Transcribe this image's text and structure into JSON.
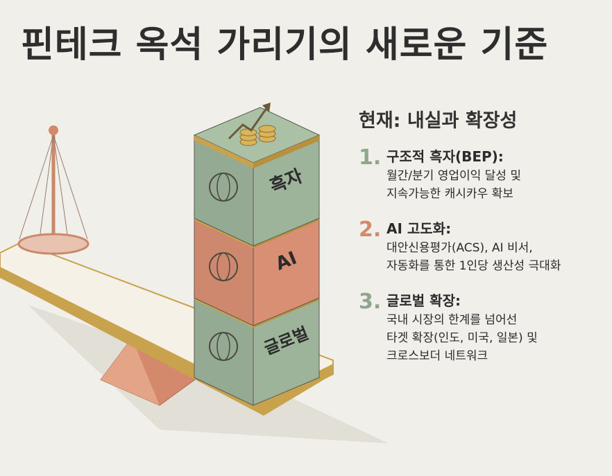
{
  "title": "핀테크 옥석 가리기의 새로운 기준",
  "colors": {
    "green": "#8fa58c",
    "terracotta": "#d4896c",
    "gold": "#c9a24e",
    "wood": "#f6f1e6"
  },
  "cubes": [
    {
      "label": "흑자",
      "icon": "coins-growth-icon",
      "color": "#9db39a"
    },
    {
      "label": "AI",
      "icon": "brain-chip-icon",
      "color": "#d98f73"
    },
    {
      "label": "글로벌",
      "icon": "globe-icon",
      "color": "#9db39a"
    }
  ],
  "panel": {
    "heading": "현재: 내실과 확장성",
    "items": [
      {
        "number": "1.",
        "color": "#8fa58c",
        "title": "구조적 흑자(BEP):",
        "lines": [
          "월간/분기 영업이익 달성 및",
          "지속가능한 캐시카우 확보"
        ]
      },
      {
        "number": "2.",
        "color": "#d4896c",
        "title": "AI 고도화:",
        "lines": [
          "대안신용평가(ACS), AI 비서,",
          "자동화를 통한 1인당 생산성 극대화"
        ]
      },
      {
        "number": "3.",
        "color": "#8fa58c",
        "title": "글로벌 확장:",
        "lines": [
          "국내 시장의 한계를 넘어선",
          "타겟 확장(인도, 미국, 일본) 및",
          "크로스보더 네트워크"
        ]
      }
    ]
  }
}
